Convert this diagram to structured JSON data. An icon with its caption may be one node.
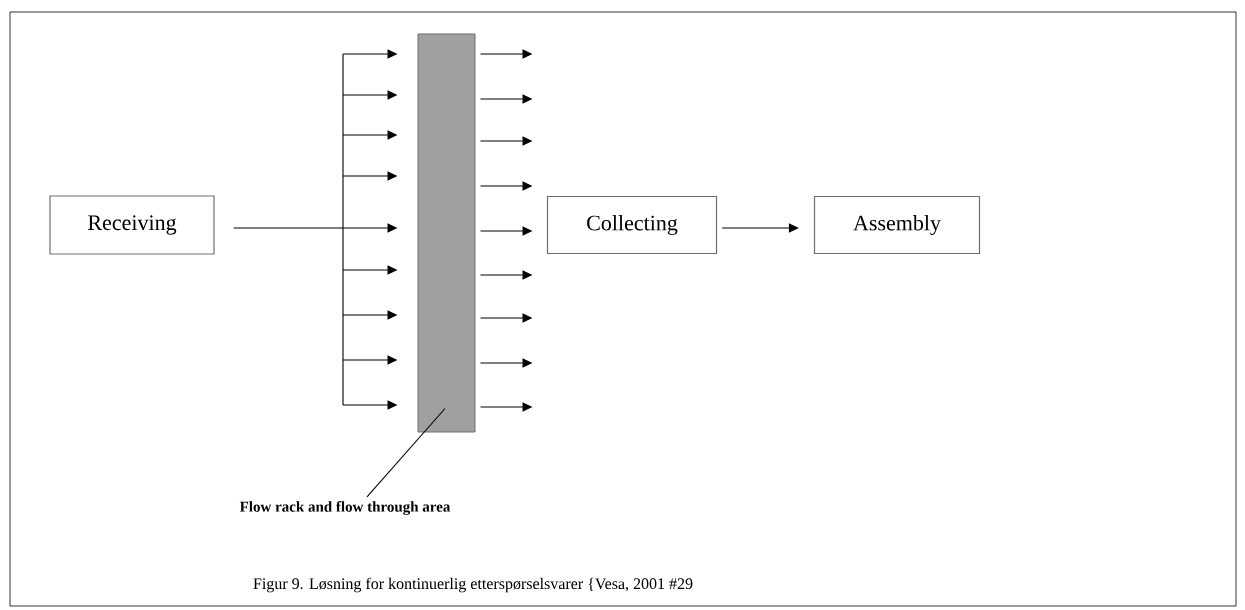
{
  "diagram": {
    "caption": "Figur 9. Løsning for kontinuerlig etterspørselsvarer {Vesa, 2001 #29",
    "nodes": [
      {
        "text": [
          "Receiving"
        ]
      },
      {
        "text": [],
        "shape": "bar"
      },
      {
        "text": [
          "Collecting"
        ]
      },
      {
        "text": [
          "Assembly"
        ]
      },
      {
        "text": [
          "Flow rack and flow through area"
        ]
      }
    ],
    "edges": [
      {
        "from": 0,
        "to": 1,
        "arrow": "to"
      },
      {
        "from": 1,
        "to": null,
        "arrow": "to"
      },
      {
        "from": 1,
        "to": null,
        "arrow": "to"
      },
      {
        "from": 1,
        "to": null,
        "arrow": "to"
      },
      {
        "from": 1,
        "to": null,
        "arrow": "to"
      },
      {
        "from": 1,
        "to": null,
        "arrow": "to"
      },
      {
        "from": 1,
        "to": null,
        "arrow": "to"
      },
      {
        "from": 1,
        "to": null,
        "arrow": "to"
      },
      {
        "from": 1,
        "to": null,
        "arrow": "to"
      },
      {
        "from": 1,
        "to": null,
        "arrow": "to"
      },
      {
        "from": 2,
        "to": 3,
        "arrow": "to"
      },
      {
        "from": 4,
        "to": 1,
        "arrow": "none"
      }
    ]
  }
}
